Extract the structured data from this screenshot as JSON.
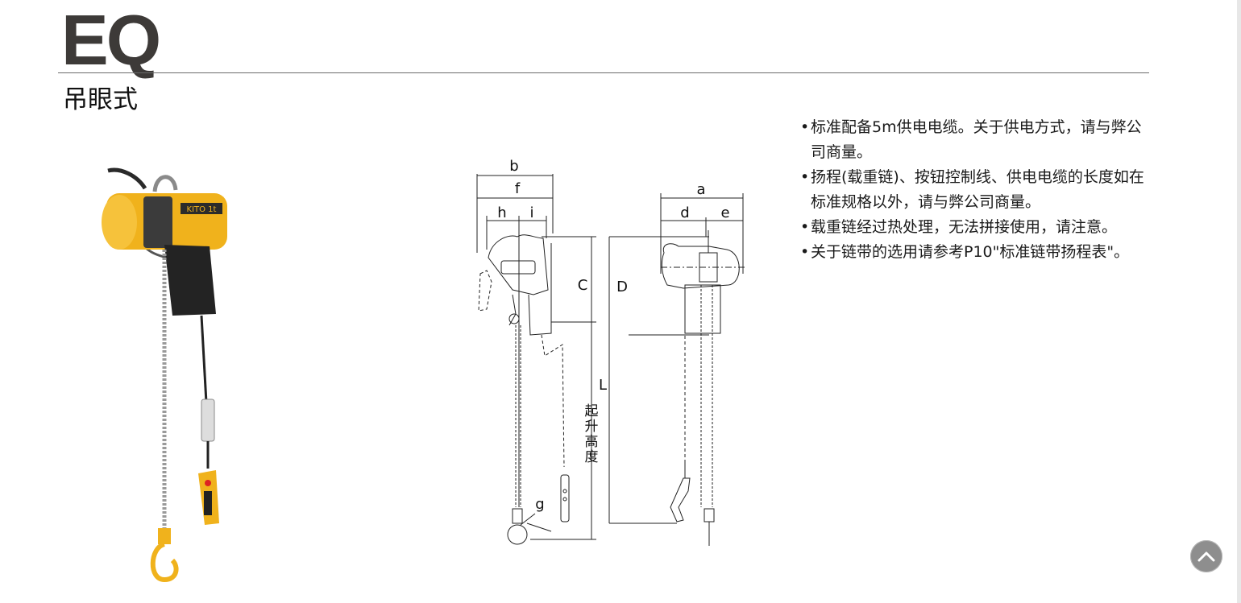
{
  "header": {
    "logo_text": "EQ",
    "subtitle": "吊眼式"
  },
  "notes": [
    "标准配备5m供电电缆。关于供电方式，请与弊公司商量。",
    "扬程(载重链)、按钮控制线、供电电缆的长度如在标准规格以外，请与弊公司商量。",
    "载重链经过热处理，无法拼接使用，请注意。",
    "关于链带的选用请参考P10\"标准链带扬程表\"。"
  ],
  "photo": {
    "nameplate": "KITO 1t"
  },
  "drawing": {
    "dim_labels": {
      "a": "a",
      "b": "b",
      "c": "C",
      "d": "d",
      "e": "e",
      "f": "f",
      "g": "g",
      "h": "h",
      "i": "i",
      "D": "D",
      "L": "L"
    },
    "lift_height": [
      "起",
      "升",
      "高",
      "度"
    ]
  },
  "colors": {
    "hoist_yellow": "#f0b21c",
    "hoist_black": "#222222",
    "logo": "#3d3a38",
    "back_to_top": "#8e8e8e"
  },
  "icons": {
    "back_to_top": "chevron-up-icon"
  }
}
